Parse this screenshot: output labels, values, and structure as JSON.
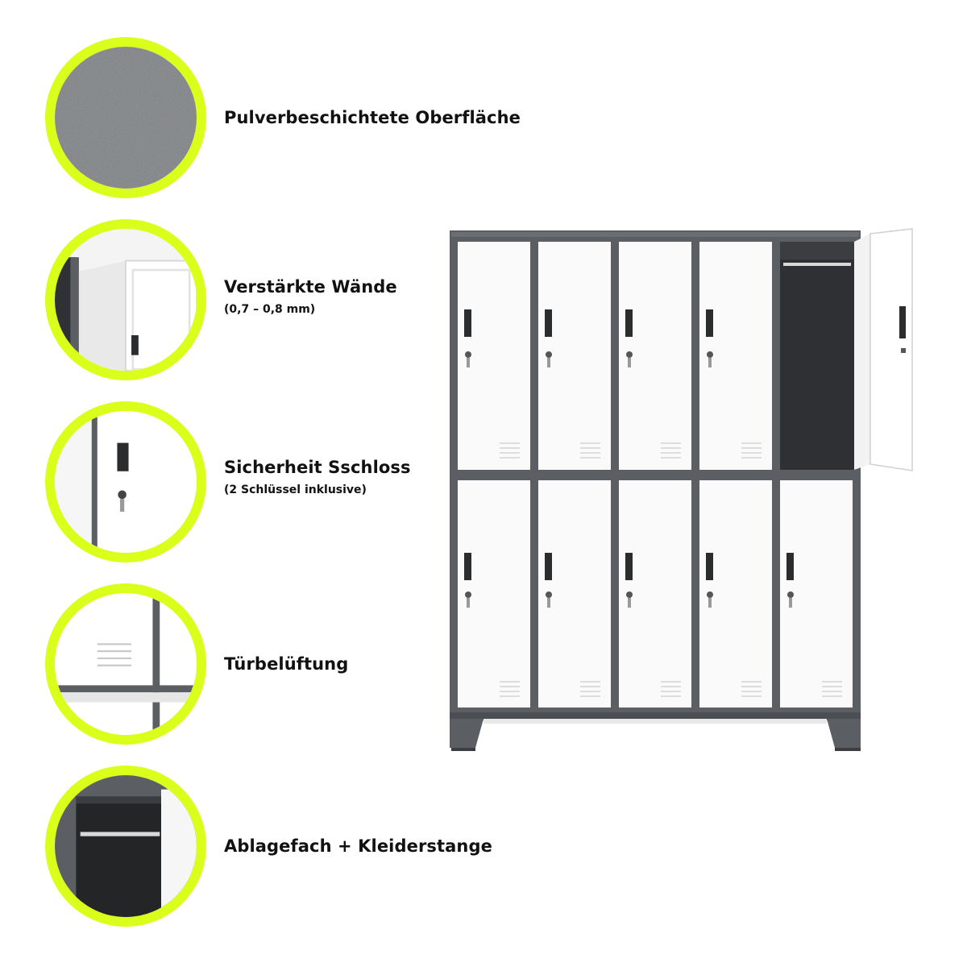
{
  "features": [
    {
      "title": "Pulverbeschichtete Oberfläche",
      "subtitle": "",
      "icon": "powder-coated-surface-icon"
    },
    {
      "title": "Verstärkte Wände",
      "subtitle": "(0,7 – 0,8 mm)",
      "icon": "reinforced-walls-icon"
    },
    {
      "title": "Sicherheit Sschloss",
      "subtitle": "(2 Schlüssel inklusive)",
      "icon": "security-lock-icon"
    },
    {
      "title": "Türbelüftung",
      "subtitle": "",
      "icon": "door-ventilation-icon"
    },
    {
      "title": "Ablagefach + Kleiderstange",
      "subtitle": "",
      "icon": "shelf-and-rail-icon"
    }
  ],
  "colors": {
    "accent": "#d9ff1a",
    "frame": "#5b5e62",
    "door": "#fafafa",
    "interior": "#2e3033"
  },
  "product": {
    "image": "metal-locker-cabinet",
    "rows": 2,
    "columns": 5,
    "open_door": "top-right"
  }
}
